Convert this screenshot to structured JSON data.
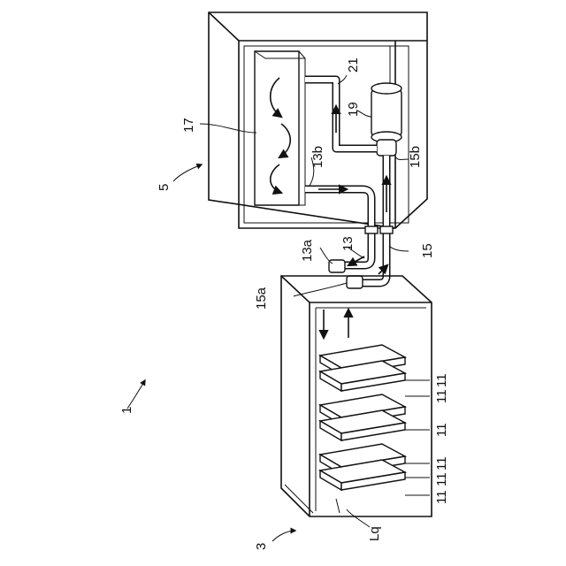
{
  "labels": {
    "system": "1",
    "tank": "3",
    "cabinet": "5",
    "heat_exchanger": "17",
    "pump": "19",
    "pipe_return": "21",
    "pipe_13": "13",
    "pipe_13a": "13a",
    "pipe_13b": "13b",
    "pipe_15": "15",
    "pipe_15a": "15a",
    "pipe_15b": "15b",
    "liquid": "Lq",
    "board": "11"
  },
  "boards": [
    {
      "label": "11"
    },
    {
      "label": "11"
    },
    {
      "label": "11"
    },
    {
      "label": "11"
    },
    {
      "label": "11"
    },
    {
      "label": "11"
    }
  ]
}
